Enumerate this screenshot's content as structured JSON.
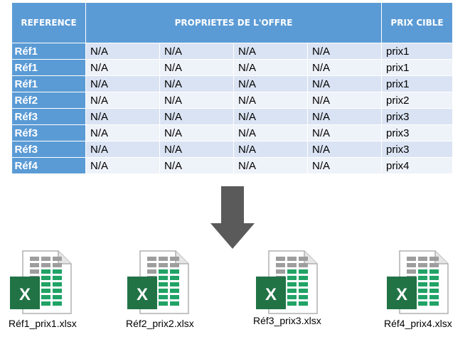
{
  "table": {
    "headers": {
      "reference": "REFERENCE",
      "properties": "PROPRIETES DE L'OFFRE",
      "price": "PRIX CIBLE"
    },
    "rows": [
      {
        "ref": "Réf1",
        "values": [
          "N/A",
          "N/A",
          "N/A",
          "N/A"
        ],
        "price": "prix1"
      },
      {
        "ref": "Réf1",
        "values": [
          "N/A",
          "N/A",
          "N/A",
          "N/A"
        ],
        "price": "prix1"
      },
      {
        "ref": "Réf1",
        "values": [
          "N/A",
          "N/A",
          "N/A",
          "N/A"
        ],
        "price": "prix1"
      },
      {
        "ref": "Réf2",
        "values": [
          "N/A",
          "N/A",
          "N/A",
          "N/A"
        ],
        "price": "prix2"
      },
      {
        "ref": "Réf3",
        "values": [
          "N/A",
          "N/A",
          "N/A",
          "N/A"
        ],
        "price": "prix3"
      },
      {
        "ref": "Réf3",
        "values": [
          "N/A",
          "N/A",
          "N/A",
          "N/A"
        ],
        "price": "prix3"
      },
      {
        "ref": "Réf3",
        "values": [
          "N/A",
          "N/A",
          "N/A",
          "N/A"
        ],
        "price": "prix3"
      },
      {
        "ref": "Réf4",
        "values": [
          "N/A",
          "N/A",
          "N/A",
          "N/A"
        ],
        "price": "prix4"
      }
    ]
  },
  "arrow": {
    "icon": "down-arrow-icon",
    "color": "#5a5a5a"
  },
  "files": [
    {
      "icon": "excel-file-icon",
      "name": "Réf1_prix1.xlsx"
    },
    {
      "icon": "excel-file-icon",
      "name": "Réf2_prix2.xlsx"
    },
    {
      "icon": "excel-file-icon",
      "name": "Réf3_prix3.xlsx"
    },
    {
      "icon": "excel-file-icon",
      "name": "Réf4_prix4.xlsx"
    }
  ],
  "colors": {
    "header_blue": "#5b9bd5",
    "row_light": "#dae3f3",
    "row_lighter": "#eef2f9",
    "excel_green": "#217346"
  }
}
